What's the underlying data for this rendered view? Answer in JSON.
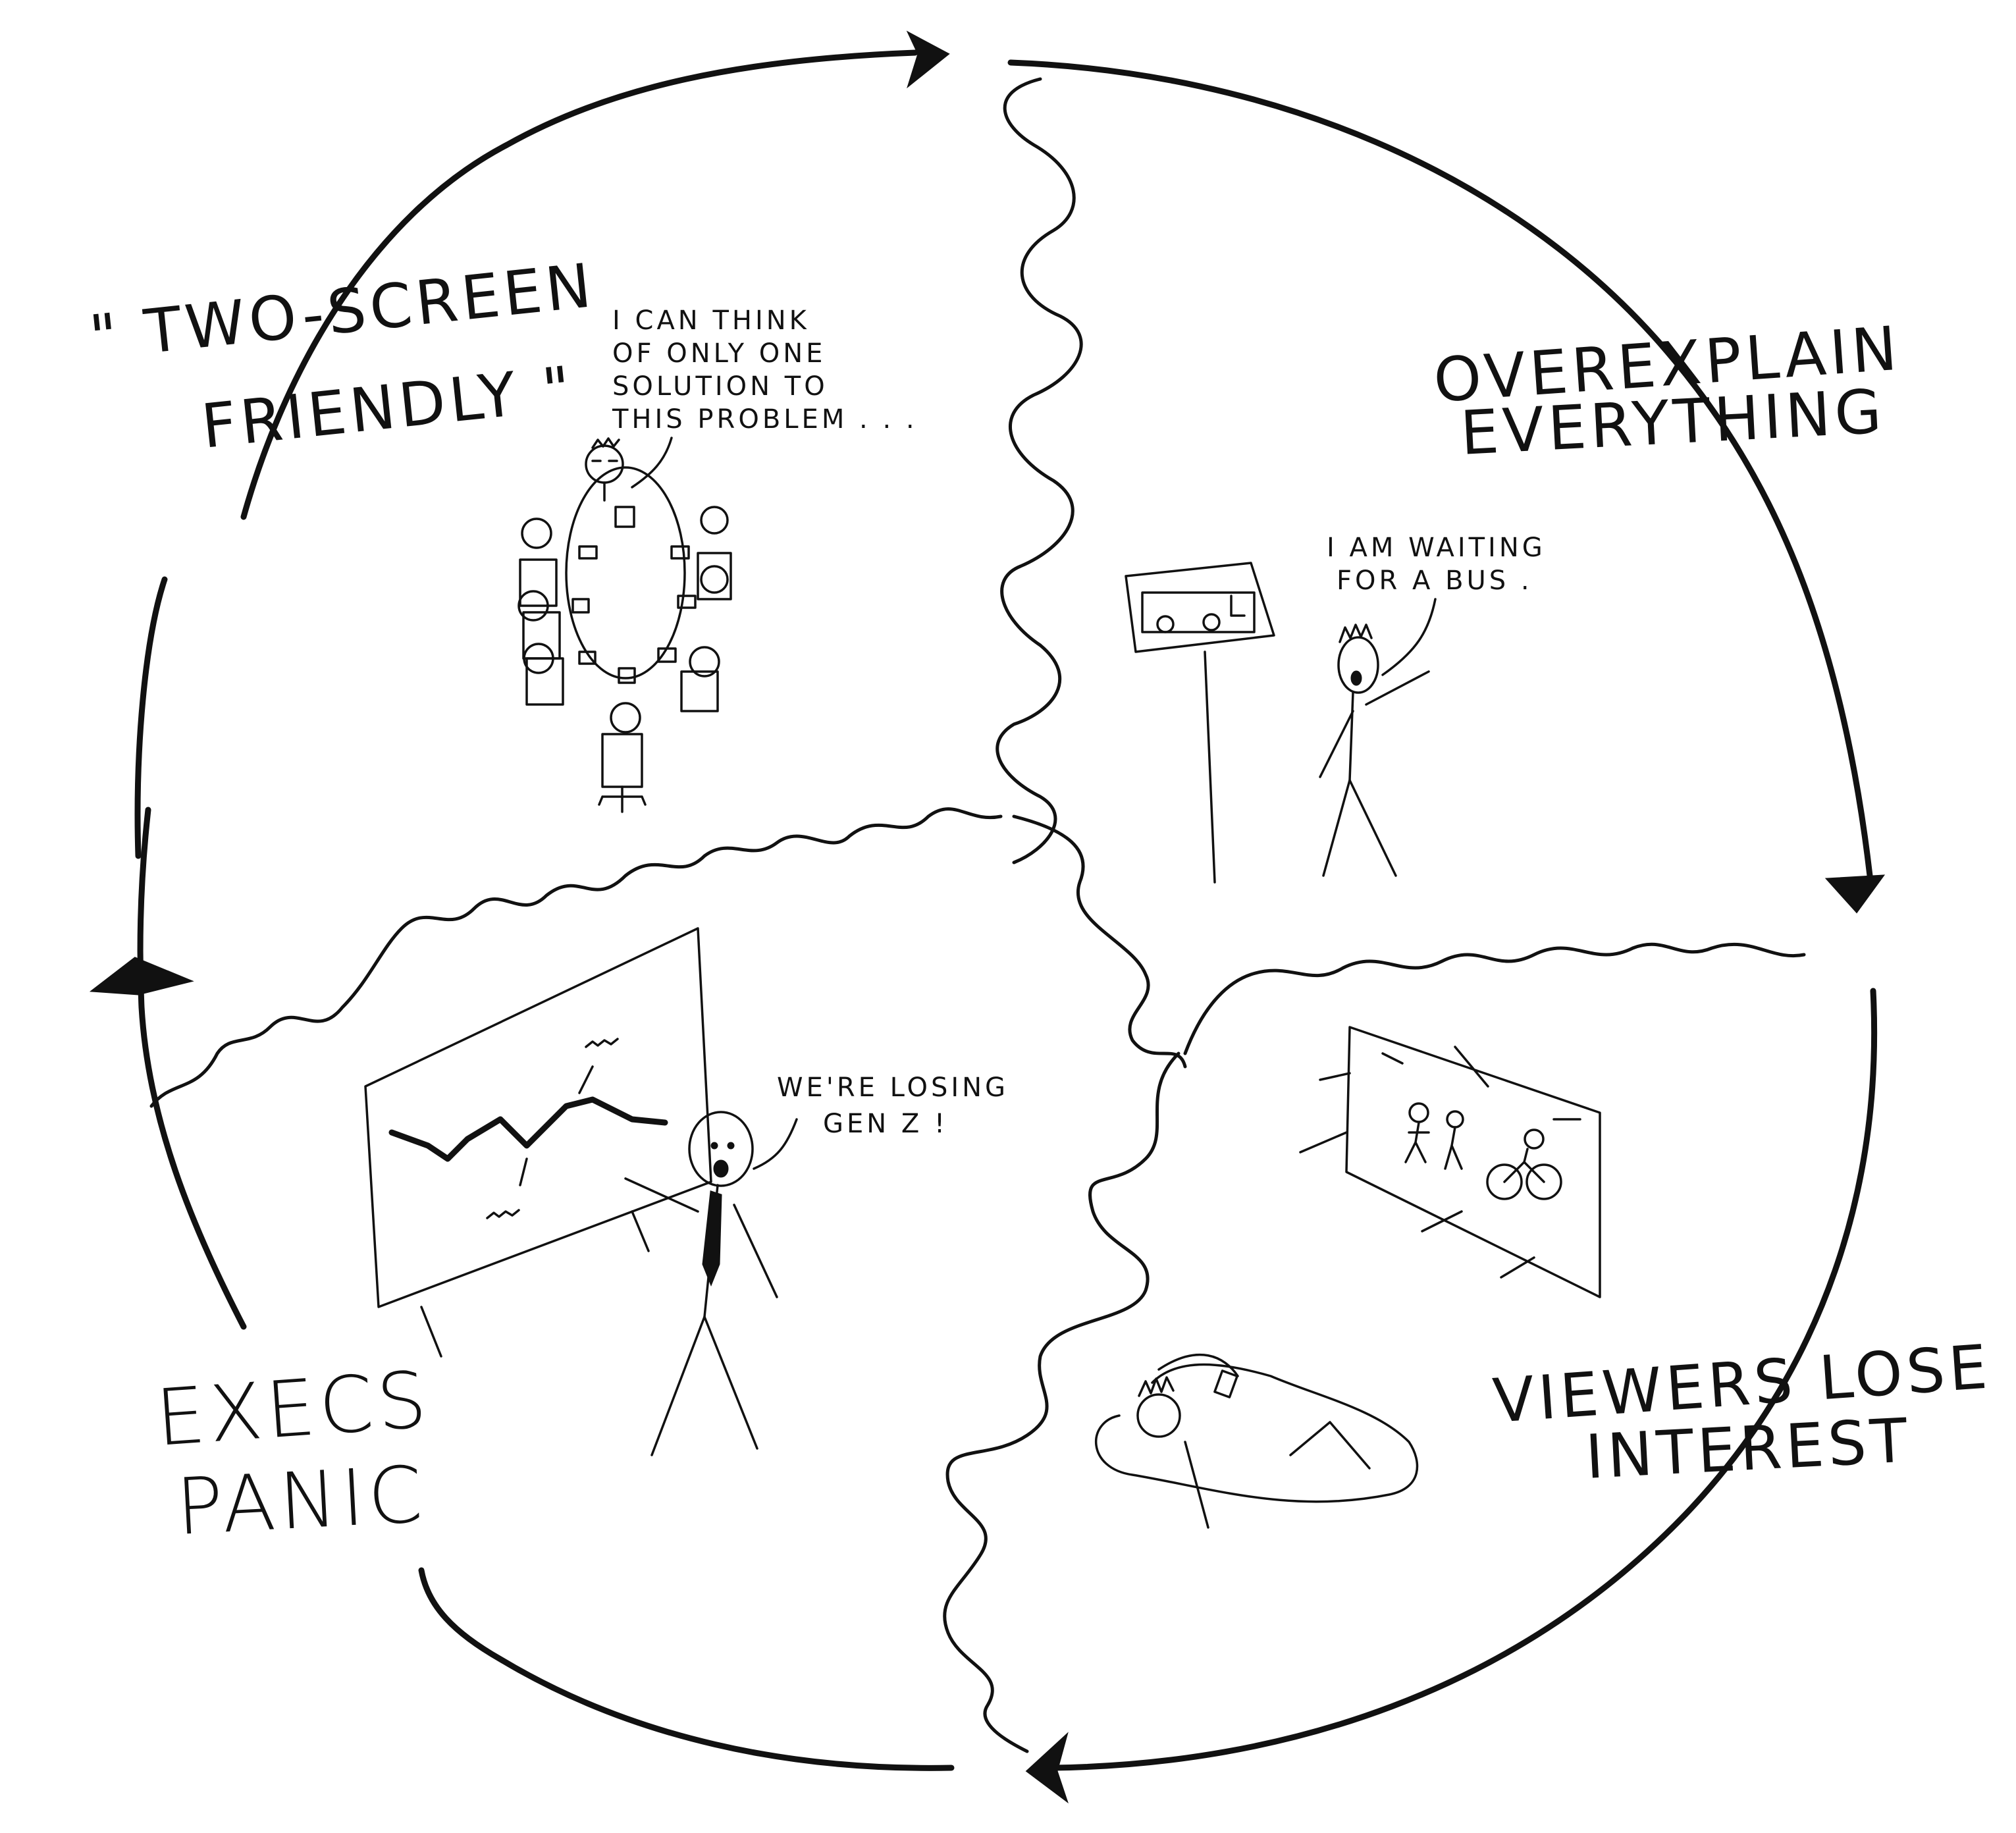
{
  "stages": [
    {
      "id": "two-screen",
      "lines": [
        "\" TWO-SCREEN",
        "FRIENDLY \""
      ]
    },
    {
      "id": "overexplain",
      "lines": [
        "OVEREXPLAIN",
        "EVERYTHING"
      ]
    },
    {
      "id": "viewers-lose",
      "lines": [
        "VIEWERS LOSE",
        "INTEREST"
      ]
    },
    {
      "id": "execs-panic",
      "lines": [
        "EXECS",
        "PANIC"
      ]
    }
  ],
  "speech": {
    "meeting": [
      "I CAN THINK",
      "OF ONLY ONE",
      "SOLUTION TO",
      "THIS PROBLEM . . ."
    ],
    "bus": [
      "I AM WAITING",
      "FOR A BUS ."
    ],
    "exec": [
      "WE'RE LOSING",
      "GEN Z !"
    ]
  },
  "colors": {
    "ink": "#111111",
    "paper": "#ffffff"
  }
}
